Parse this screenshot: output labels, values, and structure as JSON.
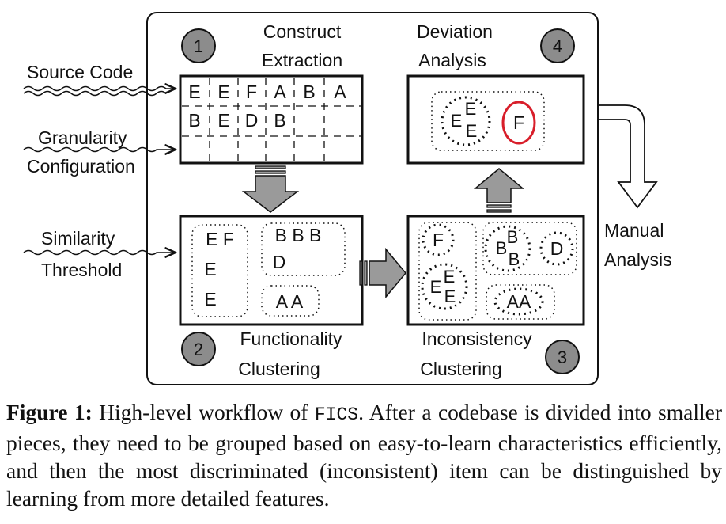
{
  "steps": [
    {
      "number": "1",
      "line1": "Construct",
      "line2": "Extraction"
    },
    {
      "number": "2",
      "line1": "Functionality",
      "line2": "Clustering"
    },
    {
      "number": "3",
      "line1": "Inconsistency",
      "line2": "Clustering"
    },
    {
      "number": "4",
      "line1": "Deviation",
      "line2": "Analysis"
    }
  ],
  "inputs": {
    "source_code": "Source Code",
    "granularity_1": "Granularity",
    "granularity_2": "Configuration",
    "similarity_1": "Similarity",
    "similarity_2": "Threshold"
  },
  "output": {
    "line1": "Manual",
    "line2": "Analysis"
  },
  "extraction_grid": {
    "row1": [
      "E",
      "E",
      "F",
      "A",
      "B",
      "A"
    ],
    "row2": [
      "B",
      "E",
      "D",
      "B"
    ]
  },
  "functionality_clusters": {
    "left": [
      "E F",
      "E",
      "E"
    ],
    "top_right": [
      "B B B",
      "D"
    ],
    "bottom_right": "A A"
  },
  "inconsistency_clusters": {
    "f": "F",
    "e": [
      "E",
      "E",
      "E"
    ],
    "b": [
      "B",
      "B",
      "B"
    ],
    "d": "D",
    "a": "AA"
  },
  "deviation": {
    "e": [
      "E",
      "E",
      "E"
    ],
    "outlier": "F",
    "outlier_color": "#d81e2a"
  },
  "colors": {
    "step_badge": "#8c8c8c",
    "arrow_fill": "#9a9a9a"
  },
  "caption": {
    "label": "Figure 1:",
    "before": " High-level workflow of ",
    "code": "FICS",
    "after": ". After a codebase is divided into smaller pieces, they need to be grouped based on easy-to-learn characteristics efficiently, and then the most discriminated (inconsistent) item can be distinguished by learning from more detailed features."
  }
}
